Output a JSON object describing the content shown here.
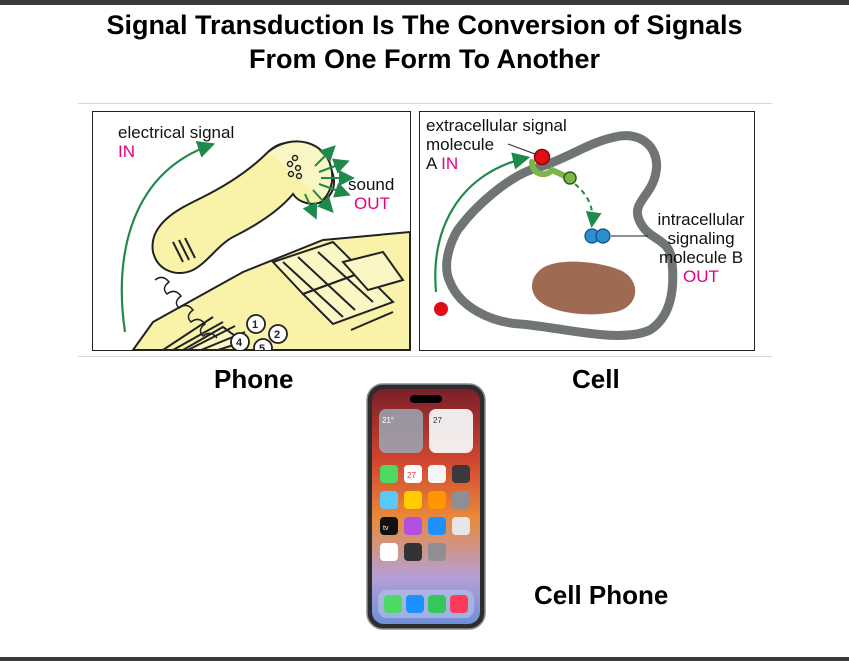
{
  "title": {
    "line1": "Signal Transduction Is The Conversion of Signals",
    "line2": "From One Form To Another"
  },
  "panel_a": {
    "signal_label": "electrical signal",
    "signal_in": "IN",
    "sound_label": "sound",
    "sound_out": "OUT"
  },
  "panel_b": {
    "extracellular_line1": "extracellular signal",
    "extracellular_line2": "molecule",
    "molecule_a": "A",
    "molecule_a_in": "IN",
    "intracellular_line1": "intracellular",
    "intracellular_line2": "signaling",
    "intracellular_line3": "molecule B",
    "molecule_b_out": "OUT"
  },
  "captions": {
    "phone": "Phone",
    "cell": "Cell",
    "cell_phone": "Cell Phone"
  },
  "phone_screen": {
    "widget_temp": "21°",
    "calendar_day": "27",
    "calendar_icon_day": "27",
    "tv_label": "tv"
  },
  "colors": {
    "in_out": "#e6007e",
    "arrow_green": "#1f8a4c",
    "handset_yellow": "#f8f3a8",
    "cell_membrane": "#707574",
    "nucleus": "#9e6a52",
    "molecule_a": "#e10e17",
    "molecule_b": "#2c8fd0",
    "receptor_green": "#7ab648"
  }
}
